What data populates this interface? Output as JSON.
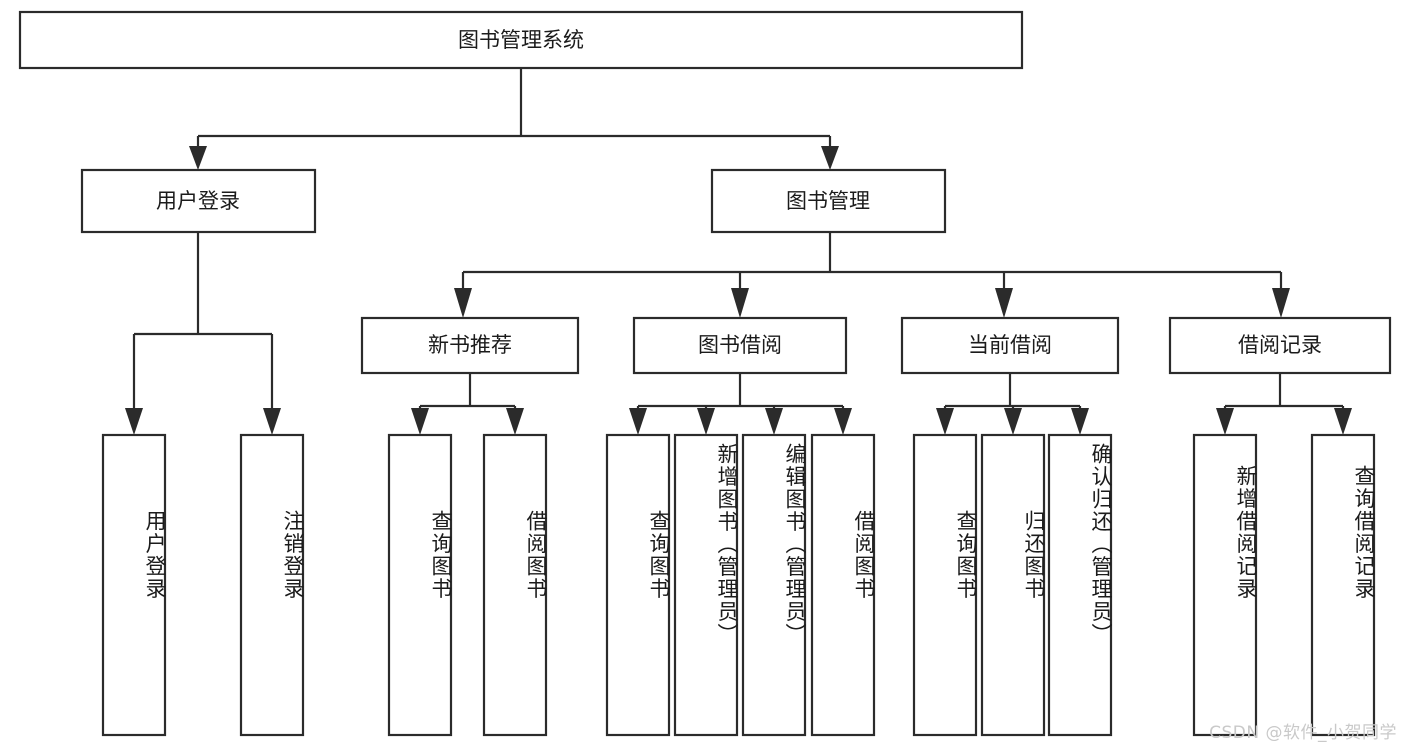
{
  "diagram": {
    "title": "图书管理系统",
    "type": "tree-hierarchy",
    "orientation": "top-down",
    "root": {
      "id": "root",
      "label": "图书管理系统",
      "orientation": "horizontal"
    },
    "level2": [
      {
        "id": "user-login",
        "label": "用户登录",
        "orientation": "horizontal"
      },
      {
        "id": "book-manage",
        "label": "图书管理",
        "orientation": "horizontal"
      }
    ],
    "level3": [
      {
        "id": "new-book-recommend",
        "label": "新书推荐",
        "orientation": "horizontal",
        "parent": "book-manage"
      },
      {
        "id": "book-borrow",
        "label": "图书借阅",
        "orientation": "horizontal",
        "parent": "book-manage"
      },
      {
        "id": "current-borrow",
        "label": "当前借阅",
        "orientation": "horizontal",
        "parent": "book-manage"
      },
      {
        "id": "borrow-record",
        "label": "借阅记录",
        "orientation": "horizontal",
        "parent": "book-manage"
      }
    ],
    "leaves": [
      {
        "id": "leaf-user-login",
        "label": "用户登录",
        "parent": "user-login",
        "orientation": "vertical"
      },
      {
        "id": "leaf-logout-login",
        "label": "注销登录",
        "parent": "user-login",
        "orientation": "vertical"
      },
      {
        "id": "leaf-query-book-1",
        "label": "查询图书",
        "parent": "new-book-recommend",
        "orientation": "vertical"
      },
      {
        "id": "leaf-borrow-book-1",
        "label": "借阅图书",
        "parent": "new-book-recommend",
        "orientation": "vertical"
      },
      {
        "id": "leaf-query-book-2",
        "label": "查询图书",
        "parent": "book-borrow",
        "orientation": "vertical"
      },
      {
        "id": "leaf-add-book",
        "label": "新增图书（管理员）",
        "parent": "book-borrow",
        "orientation": "vertical"
      },
      {
        "id": "leaf-edit-book",
        "label": "编辑图书（管理员）",
        "parent": "book-borrow",
        "orientation": "vertical"
      },
      {
        "id": "leaf-borrow-book-2",
        "label": "借阅图书",
        "parent": "book-borrow",
        "orientation": "vertical"
      },
      {
        "id": "leaf-query-book-3",
        "label": "查询图书",
        "parent": "current-borrow",
        "orientation": "vertical"
      },
      {
        "id": "leaf-return-book",
        "label": "归还图书",
        "parent": "current-borrow",
        "orientation": "vertical"
      },
      {
        "id": "leaf-confirm-return",
        "label": "确认归还（管理员）",
        "parent": "current-borrow",
        "orientation": "vertical"
      },
      {
        "id": "leaf-add-record",
        "label": "新增借阅记录",
        "parent": "borrow-record",
        "orientation": "vertical"
      },
      {
        "id": "leaf-query-record",
        "label": "查询借阅记录",
        "parent": "borrow-record",
        "orientation": "vertical"
      }
    ]
  },
  "watermark": {
    "text": "CSDN @软件_小贺同学"
  },
  "colors": {
    "stroke": "#2b2b2b",
    "box_fill": "#ffffff",
    "text": "#1b1b1b",
    "background": "#ffffff",
    "watermark": "#c9c9c9"
  }
}
